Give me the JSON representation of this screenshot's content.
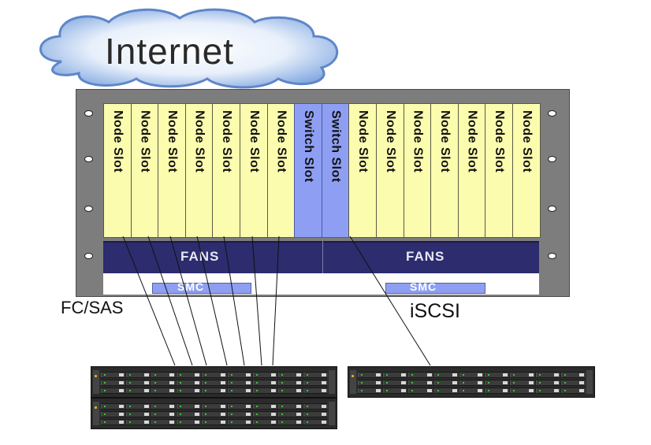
{
  "cloud": {
    "label": "Internet"
  },
  "slots": [
    {
      "type": "node",
      "label": "Node Slot"
    },
    {
      "type": "node",
      "label": "Node Slot"
    },
    {
      "type": "node",
      "label": "Node Slot"
    },
    {
      "type": "node",
      "label": "Node Slot"
    },
    {
      "type": "node",
      "label": "Node Slot"
    },
    {
      "type": "node",
      "label": "Node Slot"
    },
    {
      "type": "node",
      "label": "Node Slot"
    },
    {
      "type": "switch",
      "label": "Switch Slot"
    },
    {
      "type": "switch",
      "label": "Switch Slot"
    },
    {
      "type": "node",
      "label": "Node Slot"
    },
    {
      "type": "node",
      "label": "Node Slot"
    },
    {
      "type": "node",
      "label": "Node Slot"
    },
    {
      "type": "node",
      "label": "Node Slot"
    },
    {
      "type": "node",
      "label": "Node Slot"
    },
    {
      "type": "node",
      "label": "Node Slot"
    },
    {
      "type": "node",
      "label": "Node Slot"
    }
  ],
  "fans": {
    "left_label": "FANS",
    "right_label": "FANS"
  },
  "smc": {
    "left_label": "SMC",
    "right_label": "SMC"
  },
  "labels": {
    "fc_sas": "FC/SAS",
    "iscsi": "iSCSI"
  },
  "colors": {
    "node_slot": "#fcfcae",
    "switch_slot": "#8e9ff3",
    "fans_bar": "#2c2c6e",
    "chassis": "#7d7d7d",
    "cloud": "#8fb3e6"
  }
}
